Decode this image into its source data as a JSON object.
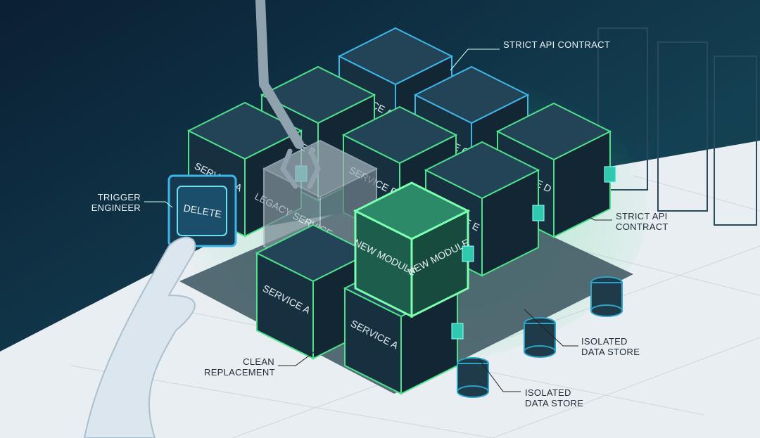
{
  "diagram": {
    "cubes": [
      {
        "id": "service-a-back",
        "label": "SERVICE A"
      },
      {
        "id": "service-b-back",
        "label": "SERVICE B"
      },
      {
        "id": "service-c",
        "label": "SERVICE C"
      },
      {
        "id": "service-a-left",
        "label": "SERVICE A"
      },
      {
        "id": "service-b-mid",
        "label": "SERVICE B"
      },
      {
        "id": "service-d",
        "label": "SERVICE D"
      },
      {
        "id": "service-e",
        "label": "SERVICE E"
      },
      {
        "id": "legacy-service",
        "label": "LEGACY SERVICE"
      },
      {
        "id": "service-a-front",
        "label": "SERVICE A"
      },
      {
        "id": "service-a-front-right",
        "label": "SERVICE A"
      },
      {
        "id": "new-module",
        "label": "NEW MODULE",
        "side_label": "NEW MODULE"
      }
    ],
    "delete_button": "DELETE",
    "annotations": {
      "strict_api_top": "STRICT API CONTRACT",
      "strict_api_right": "STRICT API CONTRACT",
      "trigger": "TRIGGER ENGINEER",
      "clean": "CLEAN REPLACEMENT",
      "isolated_1": "ISOLATED DATA STORE",
      "isolated_2": "ISOLATED DATA STORE"
    },
    "colors": {
      "accent_green": "#4ee08a",
      "accent_blue": "#3fb6e8",
      "bg_dark": "#0d2436",
      "floor": "#e9eef2"
    }
  }
}
